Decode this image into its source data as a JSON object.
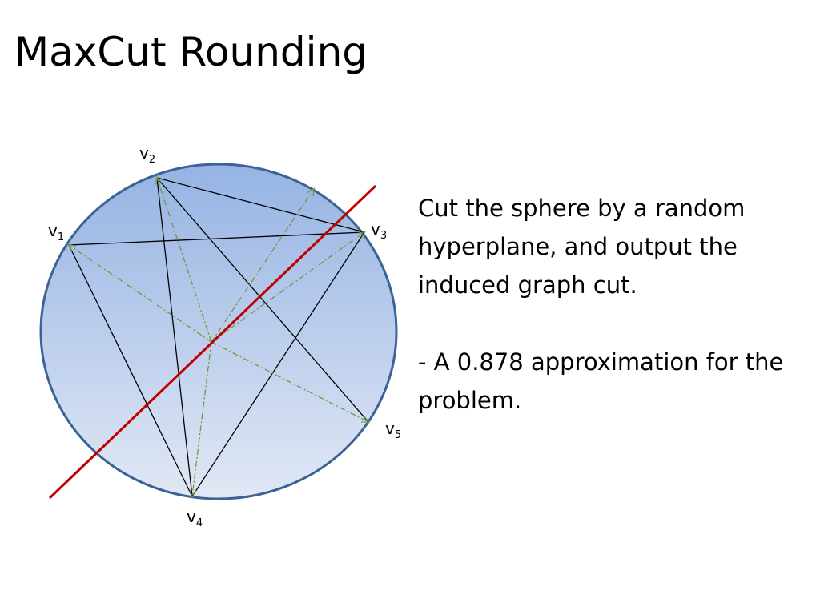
{
  "slide": {
    "title": "MaxCut Rounding",
    "body": {
      "paragraph_1": "Cut the sphere by a random hyperplane, and output the induced graph cut.",
      "paragraph_2": "- A 0.878 approximation for the problem."
    }
  },
  "diagram": {
    "vertices": [
      {
        "id": "v1",
        "base": "v",
        "index": "1"
      },
      {
        "id": "v2",
        "base": "v",
        "index": "2"
      },
      {
        "id": "v3",
        "base": "v",
        "index": "3"
      },
      {
        "id": "v4",
        "base": "v",
        "index": "4"
      },
      {
        "id": "v5",
        "base": "v",
        "index": "5"
      }
    ],
    "colors": {
      "sphere_fill_top": "#95b3e3",
      "sphere_fill_bottom": "#e1e8f5",
      "sphere_stroke": "#3b6396",
      "edge": "#000000",
      "vector": "#6e9a3c",
      "hyperplane": "#c00000"
    }
  }
}
